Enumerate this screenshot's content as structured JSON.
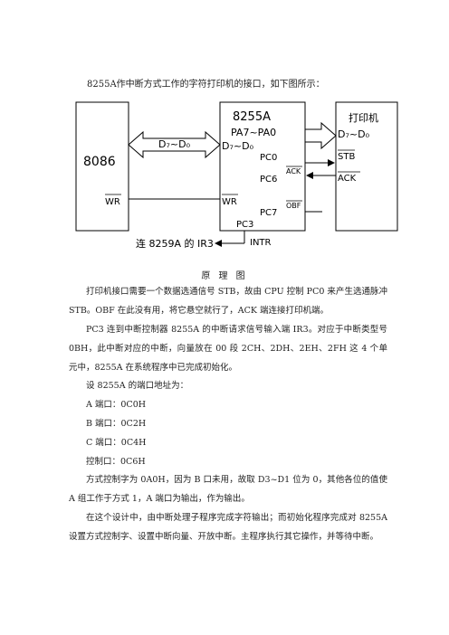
{
  "intro": "8255A作中断方式工作的字符打印机的接口，如下图所示：",
  "diagram": {
    "cpu": "8086",
    "cpu_wr": "WR",
    "chip": "8255A",
    "chip_port": "PA7~PA0",
    "chip_data": "D₇~D₀",
    "bus_label": "D₇~D₀",
    "pc0": "PC0",
    "pc6": "PC6",
    "pc7": "PC7",
    "pc3": "PC3",
    "chip_wr": "WR",
    "intr": "INTR",
    "ack_mid": "ACK",
    "obf": "OBF",
    "printer": "打印机",
    "printer_data": "D₇~D₀",
    "stb": "STB",
    "ack": "ACK",
    "irq_label": "连 8259A 的 IR3"
  },
  "caption": "原 理 图",
  "paragraphs": [
    "打印机接口需要一个数据选通信号 STB，故由 CPU 控制 PC0 来产生选通脉冲 STB。OBF 在此没有用，将它悬空就行了，ACK 端连接打印机端。",
    "PC3 连到中断控制器 8255A 的中断请求信号输入端 IR3。对应于中断类型号 0BH，此中断对应的中断，向量放在 00 段 2CH、2DH、2EH、2FH 这 4 个单元中，8255A 在系统程序中已完成初始化。"
  ],
  "port_title": "设 8255A 的端口地址为：",
  "ports": [
    "A 端口：0C0H",
    "B 端口：0C2H",
    "C 端口：0C4H",
    "控制口：0C6H"
  ],
  "paragraphs2": [
    "方式控制字为 0A0H，因为 B 口未用，故取 D3~D1 位为 0，其他各位的值使 A 组工作于方式 1，A 端口为输出，作为输出。",
    "在这个设计中，由中断处理子程序完成字符输出；而初始化程序完成对 8255A 设置方式控制字、设置中断向量、开放中断。主程序执行其它操作，并等待中断。"
  ]
}
